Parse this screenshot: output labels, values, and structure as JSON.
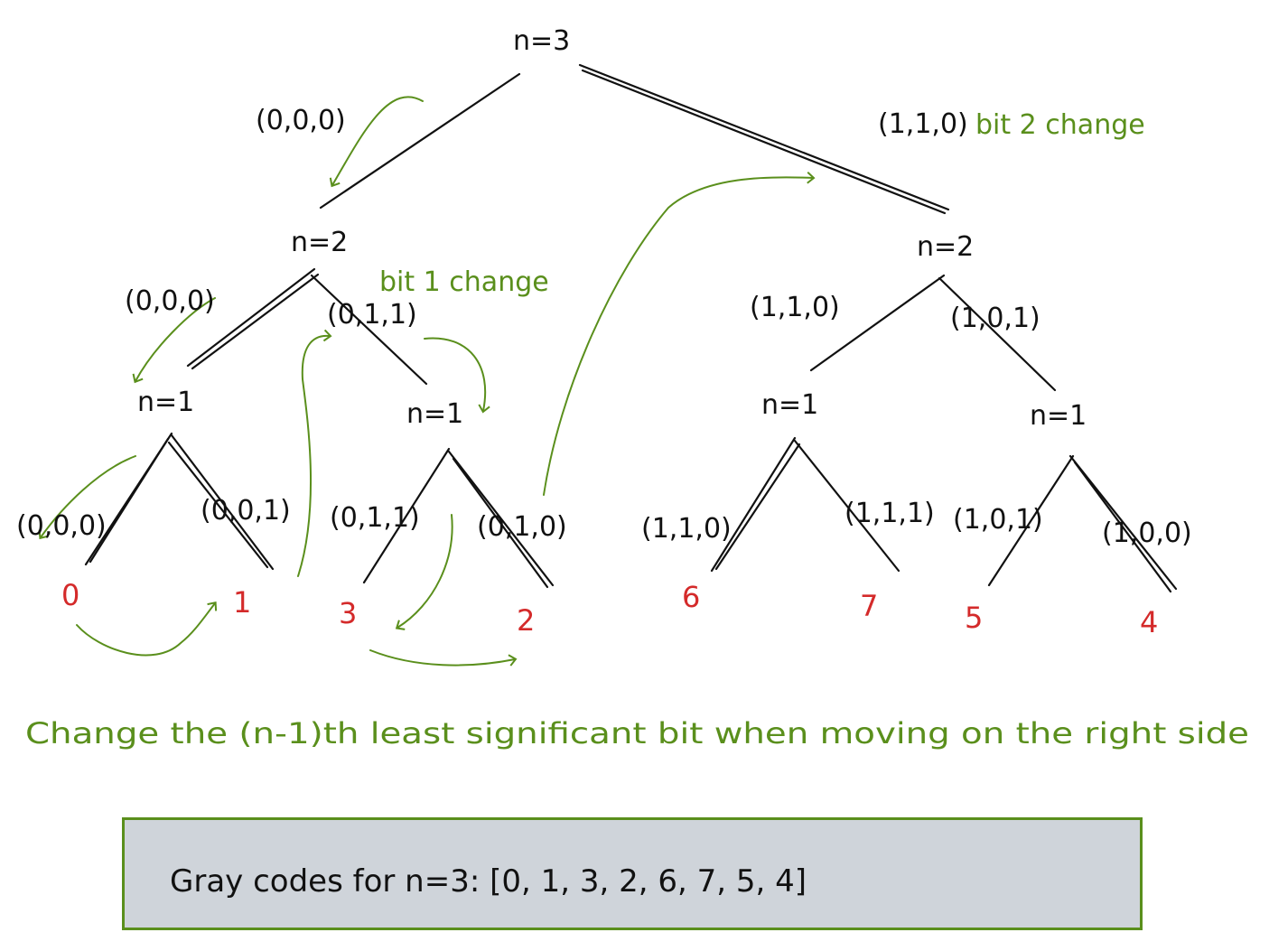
{
  "colors": {
    "ink": "#111111",
    "accent_green": "#5a8f1c",
    "leaf_red": "#d42a2a",
    "box_fill": "#cfd4da"
  },
  "nodes": [
    {
      "label": "n=3"
    },
    {
      "label": "n=2"
    },
    {
      "label": "n=2"
    },
    {
      "label": "n=1"
    },
    {
      "label": "n=1"
    },
    {
      "label": "n=1"
    },
    {
      "label": "n=1"
    }
  ],
  "edge_tuples": [
    {
      "text": "(0,0,0)"
    },
    {
      "text": "(1,1,0)"
    },
    {
      "text": "(0,0,0)"
    },
    {
      "text": "(0,1,1)"
    },
    {
      "text": "(1,1,0)"
    },
    {
      "text": "(1,0,1)"
    }
  ],
  "leaf_tuples": [
    {
      "text": "(0,0,0)"
    },
    {
      "text": "(0,0,1)"
    },
    {
      "text": "(0,1,1)"
    },
    {
      "text": "(0,1,0)"
    },
    {
      "text": "(1,1,0)"
    },
    {
      "text": "(1,1,1)"
    },
    {
      "text": "(1,0,1)"
    },
    {
      "text": "(1,0,0)"
    }
  ],
  "leaf_values": [
    "0",
    "1",
    "3",
    "2",
    "6",
    "7",
    "5",
    "4"
  ],
  "notes": {
    "bit2": "bit 2 change",
    "bit1": "bit 1 change",
    "caption": "Change the (n-1)th least significant bit when moving on the right side"
  },
  "result": {
    "text": "Gray codes for n=3: [0, 1, 3, 2, 6, 7, 5, 4]"
  }
}
